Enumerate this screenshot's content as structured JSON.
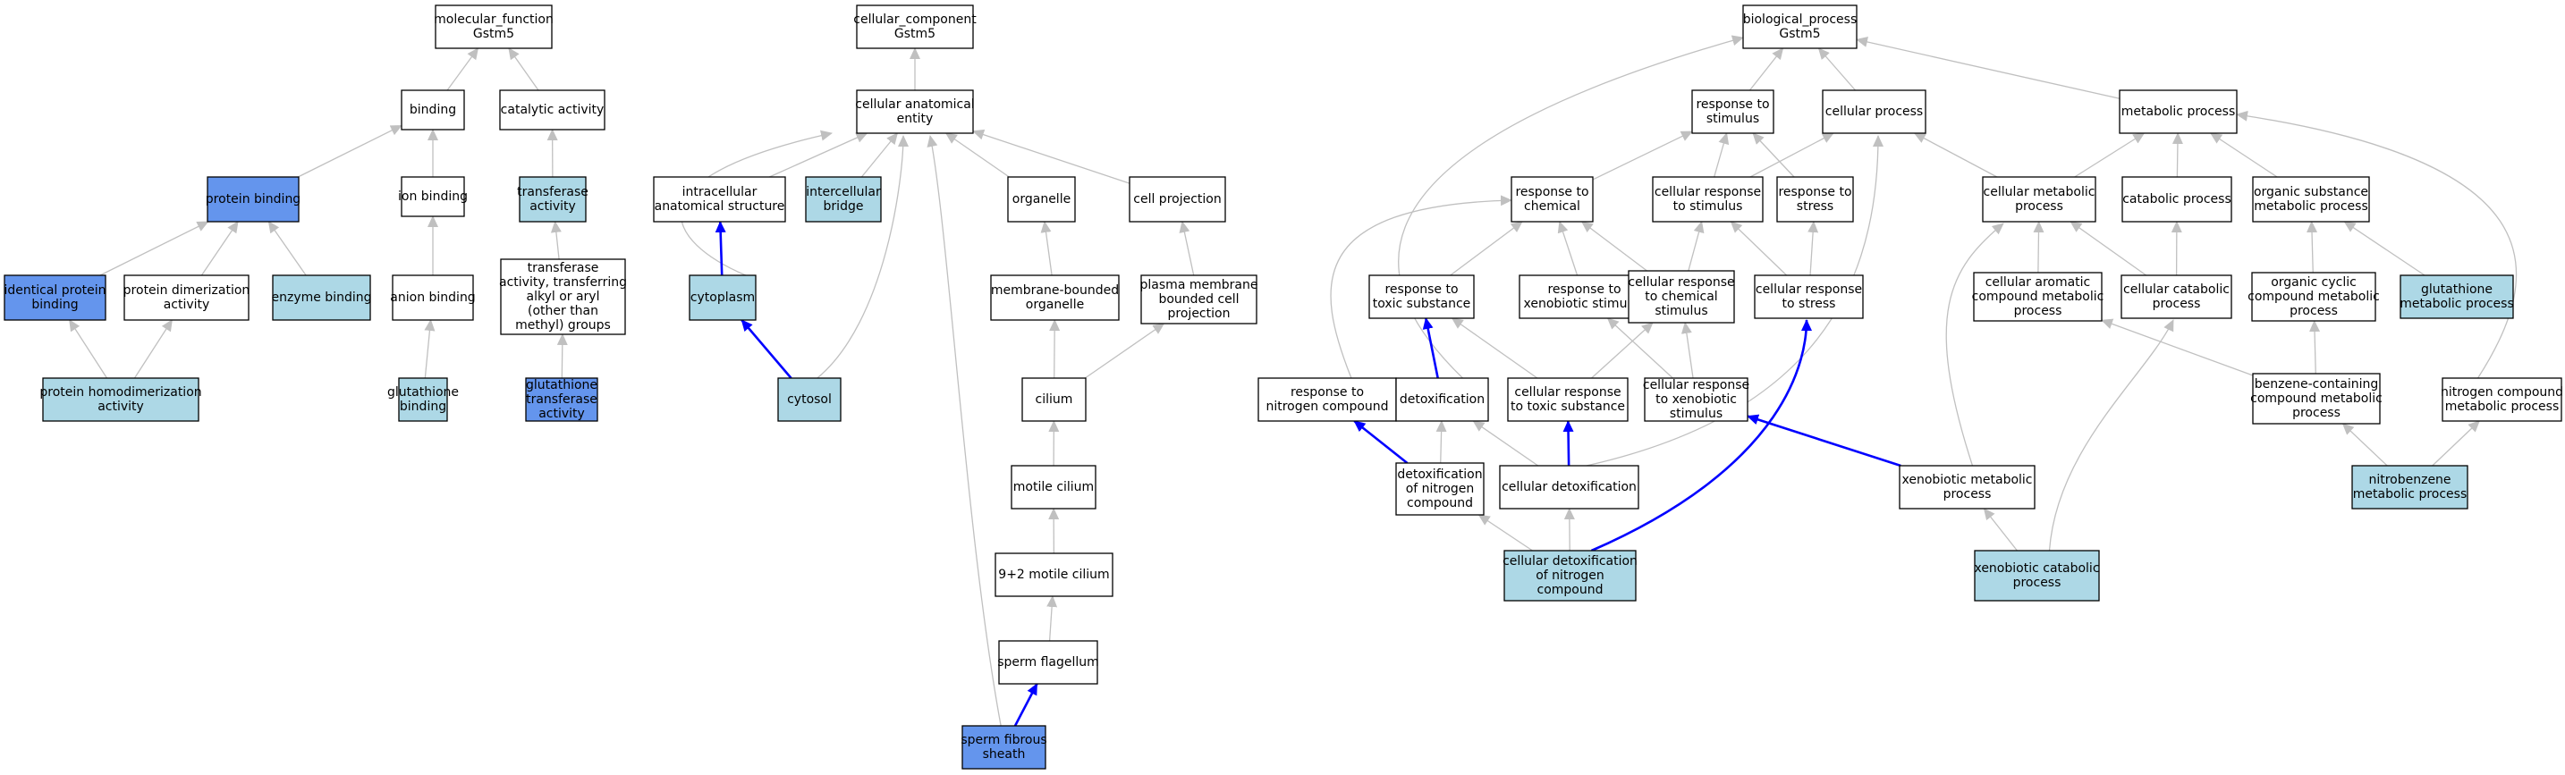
{
  "colors": {
    "white": "#ffffff",
    "light_blue": "#add8e6",
    "cornflower_blue": "#6495ed",
    "gray_edge": "#c0c0c0",
    "blue_edge": "#0000ff"
  },
  "nodes": [
    {
      "id": "mf",
      "label": [
        "molecular_function",
        "Gstm5"
      ],
      "fill": "white"
    },
    {
      "id": "binding",
      "label": [
        "binding"
      ],
      "fill": "white"
    },
    {
      "id": "catalytic",
      "label": [
        "catalytic activity"
      ],
      "fill": "white"
    },
    {
      "id": "protein_binding",
      "label": [
        "protein binding"
      ],
      "fill": "cornflower_blue"
    },
    {
      "id": "ion_binding",
      "label": [
        "ion binding"
      ],
      "fill": "white"
    },
    {
      "id": "transferase",
      "label": [
        "transferase",
        "activity"
      ],
      "fill": "light_blue"
    },
    {
      "id": "identical",
      "label": [
        "identical protein",
        "binding"
      ],
      "fill": "cornflower_blue"
    },
    {
      "id": "dimerization",
      "label": [
        "protein dimerization",
        "activity"
      ],
      "fill": "white"
    },
    {
      "id": "enzyme",
      "label": [
        "enzyme binding"
      ],
      "fill": "light_blue"
    },
    {
      "id": "anion",
      "label": [
        "anion binding"
      ],
      "fill": "white"
    },
    {
      "id": "transferase_alkyl",
      "label": [
        "transferase",
        "activity, transferring",
        "alkyl or aryl",
        "(other than",
        "methyl) groups"
      ],
      "fill": "white"
    },
    {
      "id": "homodimerization",
      "label": [
        "protein homodimerization",
        "activity"
      ],
      "fill": "light_blue"
    },
    {
      "id": "gsh_binding",
      "label": [
        "glutathione",
        "binding"
      ],
      "fill": "light_blue"
    },
    {
      "id": "gst",
      "label": [
        "glutathione",
        "transferase",
        "activity"
      ],
      "fill": "cornflower_blue"
    },
    {
      "id": "cc",
      "label": [
        "cellular_component",
        "Gstm5"
      ],
      "fill": "white"
    },
    {
      "id": "cae",
      "label": [
        "cellular anatomical",
        "entity"
      ],
      "fill": "white"
    },
    {
      "id": "ias",
      "label": [
        "intracellular",
        "anatomical structure"
      ],
      "fill": "white"
    },
    {
      "id": "icb",
      "label": [
        "intercellular",
        "bridge"
      ],
      "fill": "light_blue"
    },
    {
      "id": "organelle",
      "label": [
        "organelle"
      ],
      "fill": "white"
    },
    {
      "id": "cell_projection",
      "label": [
        "cell projection"
      ],
      "fill": "white"
    },
    {
      "id": "cytoplasm",
      "label": [
        "cytoplasm"
      ],
      "fill": "light_blue"
    },
    {
      "id": "mbo",
      "label": [
        "membrane-bounded",
        "organelle"
      ],
      "fill": "white"
    },
    {
      "id": "pmbcp",
      "label": [
        "plasma membrane",
        "bounded cell",
        "projection"
      ],
      "fill": "white"
    },
    {
      "id": "cytosol",
      "label": [
        "cytosol"
      ],
      "fill": "light_blue"
    },
    {
      "id": "cilium",
      "label": [
        "cilium"
      ],
      "fill": "white"
    },
    {
      "id": "motile_cilium",
      "label": [
        "motile cilium"
      ],
      "fill": "white"
    },
    {
      "id": "mc92",
      "label": [
        "9+2 motile cilium"
      ],
      "fill": "white"
    },
    {
      "id": "flagellum",
      "label": [
        "sperm flagellum"
      ],
      "fill": "white"
    },
    {
      "id": "sfs",
      "label": [
        "sperm fibrous",
        "sheath"
      ],
      "fill": "cornflower_blue"
    },
    {
      "id": "bp",
      "label": [
        "biological_process",
        "Gstm5"
      ],
      "fill": "white"
    },
    {
      "id": "rts",
      "label": [
        "response to",
        "stimulus"
      ],
      "fill": "white"
    },
    {
      "id": "cp",
      "label": [
        "cellular process"
      ],
      "fill": "white"
    },
    {
      "id": "mp",
      "label": [
        "metabolic process"
      ],
      "fill": "white"
    },
    {
      "id": "rtc",
      "label": [
        "response to",
        "chemical"
      ],
      "fill": "white"
    },
    {
      "id": "crts",
      "label": [
        "cellular response",
        "to stimulus"
      ],
      "fill": "white"
    },
    {
      "id": "rtst",
      "label": [
        "response to",
        "stress"
      ],
      "fill": "white"
    },
    {
      "id": "cmp",
      "label": [
        "cellular metabolic",
        "process"
      ],
      "fill": "white"
    },
    {
      "id": "catp",
      "label": [
        "catabolic process"
      ],
      "fill": "white"
    },
    {
      "id": "osmp",
      "label": [
        "organic substance",
        "metabolic process"
      ],
      "fill": "white"
    },
    {
      "id": "rtts",
      "label": [
        "response to",
        "toxic substance"
      ],
      "fill": "white"
    },
    {
      "id": "rtxs",
      "label": [
        "response to",
        "xenobiotic stimulus"
      ],
      "fill": "white"
    },
    {
      "id": "crcs",
      "label": [
        "cellular response",
        "to chemical",
        "stimulus"
      ],
      "fill": "white"
    },
    {
      "id": "crst",
      "label": [
        "cellular response",
        "to stress"
      ],
      "fill": "white"
    },
    {
      "id": "cacmp",
      "label": [
        "cellular aromatic",
        "compound metabolic",
        "process"
      ],
      "fill": "white"
    },
    {
      "id": "ccp",
      "label": [
        "cellular catabolic",
        "process"
      ],
      "fill": "white"
    },
    {
      "id": "occmp",
      "label": [
        "organic cyclic",
        "compound metabolic",
        "process"
      ],
      "fill": "white"
    },
    {
      "id": "gmp",
      "label": [
        "glutathione",
        "metabolic process"
      ],
      "fill": "light_blue"
    },
    {
      "id": "rtnc",
      "label": [
        "response to",
        "nitrogen compound"
      ],
      "fill": "white"
    },
    {
      "id": "detox",
      "label": [
        "detoxification"
      ],
      "fill": "white"
    },
    {
      "id": "crtts",
      "label": [
        "cellular response",
        "to toxic substance"
      ],
      "fill": "white"
    },
    {
      "id": "crtxs",
      "label": [
        "cellular response",
        "to xenobiotic",
        "stimulus"
      ],
      "fill": "white"
    },
    {
      "id": "bccmp",
      "label": [
        "benzene-containing",
        "compound metabolic",
        "process"
      ],
      "fill": "white"
    },
    {
      "id": "ncmp",
      "label": [
        "nitrogen compound",
        "metabolic process"
      ],
      "fill": "white"
    },
    {
      "id": "dnc",
      "label": [
        "detoxification",
        "of nitrogen",
        "compound"
      ],
      "fill": "white"
    },
    {
      "id": "cd",
      "label": [
        "cellular detoxification"
      ],
      "fill": "white"
    },
    {
      "id": "xmp",
      "label": [
        "xenobiotic metabolic",
        "process"
      ],
      "fill": "white"
    },
    {
      "id": "nbmp",
      "label": [
        "nitrobenzene",
        "metabolic process"
      ],
      "fill": "light_blue"
    },
    {
      "id": "cdnc",
      "label": [
        "cellular detoxification",
        "of nitrogen",
        "compound"
      ],
      "fill": "light_blue"
    },
    {
      "id": "xcp",
      "label": [
        "xenobiotic catabolic",
        "process"
      ],
      "fill": "light_blue"
    }
  ],
  "edges": [
    {
      "from": "binding",
      "to": "mf",
      "color": "gray"
    },
    {
      "from": "catalytic",
      "to": "mf",
      "color": "gray"
    },
    {
      "from": "protein_binding",
      "to": "binding",
      "color": "gray"
    },
    {
      "from": "ion_binding",
      "to": "binding",
      "color": "gray"
    },
    {
      "from": "transferase",
      "to": "catalytic",
      "color": "gray"
    },
    {
      "from": "identical",
      "to": "protein_binding",
      "color": "gray"
    },
    {
      "from": "dimerization",
      "to": "protein_binding",
      "color": "gray"
    },
    {
      "from": "enzyme",
      "to": "protein_binding",
      "color": "gray"
    },
    {
      "from": "anion",
      "to": "ion_binding",
      "color": "gray"
    },
    {
      "from": "transferase_alkyl",
      "to": "transferase",
      "color": "gray"
    },
    {
      "from": "homodimerization",
      "to": "identical",
      "color": "gray"
    },
    {
      "from": "homodimerization",
      "to": "dimerization",
      "color": "gray"
    },
    {
      "from": "gsh_binding",
      "to": "anion",
      "color": "gray"
    },
    {
      "from": "gst",
      "to": "transferase_alkyl",
      "color": "gray"
    },
    {
      "from": "cae",
      "to": "cc",
      "color": "gray"
    },
    {
      "from": "ias",
      "to": "cae",
      "color": "gray"
    },
    {
      "from": "icb",
      "to": "cae",
      "color": "gray"
    },
    {
      "from": "organelle",
      "to": "cae",
      "color": "gray"
    },
    {
      "from": "cell_projection",
      "to": "cae",
      "color": "gray"
    },
    {
      "from": "cytoplasm",
      "to": "cae",
      "color": "gray"
    },
    {
      "from": "cytosol",
      "to": "cae",
      "color": "gray"
    },
    {
      "from": "sfs",
      "to": "cae",
      "color": "gray"
    },
    {
      "from": "cytoplasm",
      "to": "ias",
      "color": "blue"
    },
    {
      "from": "mbo",
      "to": "organelle",
      "color": "gray"
    },
    {
      "from": "pmbcp",
      "to": "cell_projection",
      "color": "gray"
    },
    {
      "from": "cytosol",
      "to": "cytoplasm",
      "color": "blue"
    },
    {
      "from": "cilium",
      "to": "mbo",
      "color": "gray"
    },
    {
      "from": "cilium",
      "to": "pmbcp",
      "color": "gray"
    },
    {
      "from": "motile_cilium",
      "to": "cilium",
      "color": "gray"
    },
    {
      "from": "mc92",
      "to": "motile_cilium",
      "color": "gray"
    },
    {
      "from": "flagellum",
      "to": "mc92",
      "color": "gray"
    },
    {
      "from": "sfs",
      "to": "flagellum",
      "color": "blue"
    },
    {
      "from": "rts",
      "to": "bp",
      "color": "gray"
    },
    {
      "from": "cp",
      "to": "bp",
      "color": "gray"
    },
    {
      "from": "mp",
      "to": "bp",
      "color": "gray"
    },
    {
      "from": "detox",
      "to": "bp",
      "color": "gray"
    },
    {
      "from": "rtc",
      "to": "rts",
      "color": "gray"
    },
    {
      "from": "crts",
      "to": "rts",
      "color": "gray"
    },
    {
      "from": "rtst",
      "to": "rts",
      "color": "gray"
    },
    {
      "from": "crts",
      "to": "cp",
      "color": "gray"
    },
    {
      "from": "cmp",
      "to": "cp",
      "color": "gray"
    },
    {
      "from": "cd",
      "to": "cp",
      "color": "gray"
    },
    {
      "from": "cmp",
      "to": "mp",
      "color": "gray"
    },
    {
      "from": "catp",
      "to": "mp",
      "color": "gray"
    },
    {
      "from": "osmp",
      "to": "mp",
      "color": "gray"
    },
    {
      "from": "ncmp",
      "to": "mp",
      "color": "gray"
    },
    {
      "from": "rtts",
      "to": "rtc",
      "color": "gray"
    },
    {
      "from": "rtxs",
      "to": "rtc",
      "color": "gray"
    },
    {
      "from": "crcs",
      "to": "rtc",
      "color": "gray"
    },
    {
      "from": "rtnc",
      "to": "rtc",
      "color": "gray"
    },
    {
      "from": "crcs",
      "to": "crts",
      "color": "gray"
    },
    {
      "from": "crst",
      "to": "crts",
      "color": "gray"
    },
    {
      "from": "crst",
      "to": "rtst",
      "color": "gray"
    },
    {
      "from": "cacmp",
      "to": "cmp",
      "color": "gray"
    },
    {
      "from": "ccp",
      "to": "cmp",
      "color": "gray"
    },
    {
      "from": "xmp",
      "to": "cmp",
      "color": "gray"
    },
    {
      "from": "ccp",
      "to": "catp",
      "color": "gray"
    },
    {
      "from": "occmp",
      "to": "osmp",
      "color": "gray"
    },
    {
      "from": "gmp",
      "to": "osmp",
      "color": "gray"
    },
    {
      "from": "detox",
      "to": "rtts",
      "color": "blue"
    },
    {
      "from": "crtts",
      "to": "rtts",
      "color": "gray"
    },
    {
      "from": "crtxs",
      "to": "rtxs",
      "color": "gray"
    },
    {
      "from": "crtts",
      "to": "crcs",
      "color": "gray"
    },
    {
      "from": "crtxs",
      "to": "crcs",
      "color": "gray"
    },
    {
      "from": "cdnc",
      "to": "crst",
      "color": "blue"
    },
    {
      "from": "bccmp",
      "to": "cacmp",
      "color": "gray"
    },
    {
      "from": "xcp",
      "to": "ccp",
      "color": "gray"
    },
    {
      "from": "bccmp",
      "to": "occmp",
      "color": "gray"
    },
    {
      "from": "dnc",
      "to": "rtnc",
      "color": "blue"
    },
    {
      "from": "dnc",
      "to": "detox",
      "color": "gray"
    },
    {
      "from": "cd",
      "to": "detox",
      "color": "gray"
    },
    {
      "from": "cd",
      "to": "crtts",
      "color": "blue"
    },
    {
      "from": "xmp",
      "to": "crtxs",
      "color": "blue"
    },
    {
      "from": "nbmp",
      "to": "bccmp",
      "color": "gray"
    },
    {
      "from": "nbmp",
      "to": "ncmp",
      "color": "gray"
    },
    {
      "from": "cdnc",
      "to": "dnc",
      "color": "gray"
    },
    {
      "from": "cdnc",
      "to": "cd",
      "color": "gray"
    },
    {
      "from": "xcp",
      "to": "xmp",
      "color": "gray"
    }
  ]
}
